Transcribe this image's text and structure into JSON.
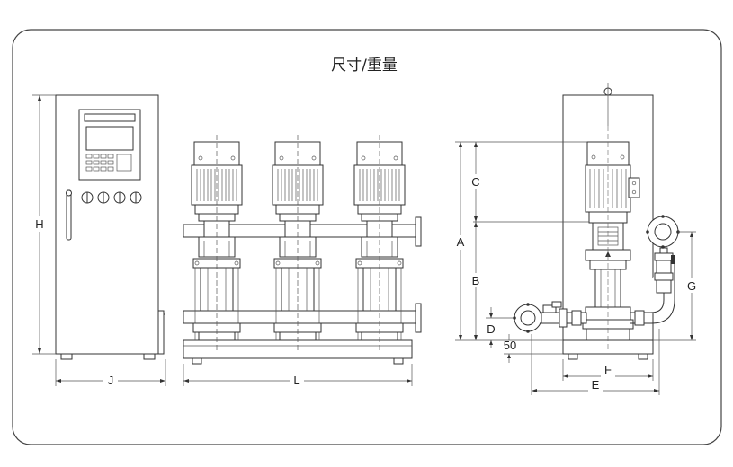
{
  "title": "尺寸/重量",
  "dimensions": {
    "H": "H",
    "J": "J",
    "L": "L",
    "A": "A",
    "B": "B",
    "C": "C",
    "D": "D",
    "E": "E",
    "F": "F",
    "G": "G",
    "fifty": "50"
  },
  "colors": {
    "stroke": "#333333",
    "background": "#ffffff",
    "panel_border": "#444444"
  }
}
